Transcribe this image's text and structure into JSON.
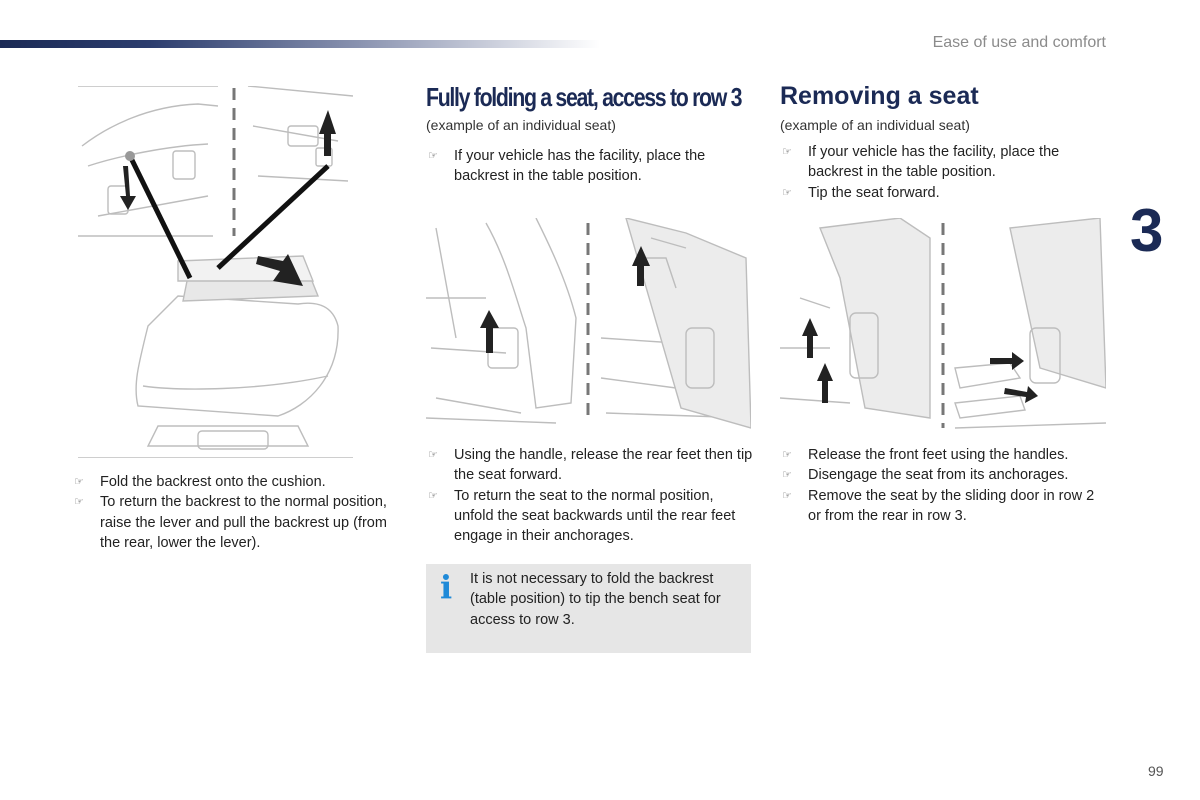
{
  "header": {
    "section_title": "Ease of use and comfort",
    "chapter_number": "3"
  },
  "footer": {
    "page_number": "99"
  },
  "column_left": {
    "bullets": [
      "Fold the backrest onto the cushion.",
      "To return the backrest to the normal position, raise the lever and pull the backrest up (from the rear, lower the lever)."
    ]
  },
  "column_middle": {
    "title": "Fully folding a seat, access to row 3",
    "subtitle": "(example of an individual seat)",
    "bullets_top": [
      "If your vehicle has the facility, place the backrest in the table position."
    ],
    "bullets_bottom": [
      "Using the handle, release the rear feet then tip the seat forward.",
      "To return the seat to the normal position, unfold the seat backwards until the rear feet engage in their anchorages."
    ],
    "info_box": {
      "icon": "i",
      "text": "It is not necessary to fold the backrest (table position) to tip the bench seat for access to row 3."
    }
  },
  "column_right": {
    "title": "Removing a seat",
    "subtitle": "(example of an individual seat)",
    "bullets_top": [
      "If your vehicle has the facility, place the backrest in the table position.",
      "Tip the seat forward."
    ],
    "bullets_bottom": [
      "Release the front feet using the handles.",
      "Disengage the seat from its anchorages.",
      "Remove the seat by the sliding door in row 2 or from the rear in row 3."
    ]
  },
  "bullet_marker": "☞",
  "colors": {
    "brand_navy": "#1b2a55",
    "info_blue": "#1f8ad8",
    "info_box_bg": "#e6e6e6"
  }
}
